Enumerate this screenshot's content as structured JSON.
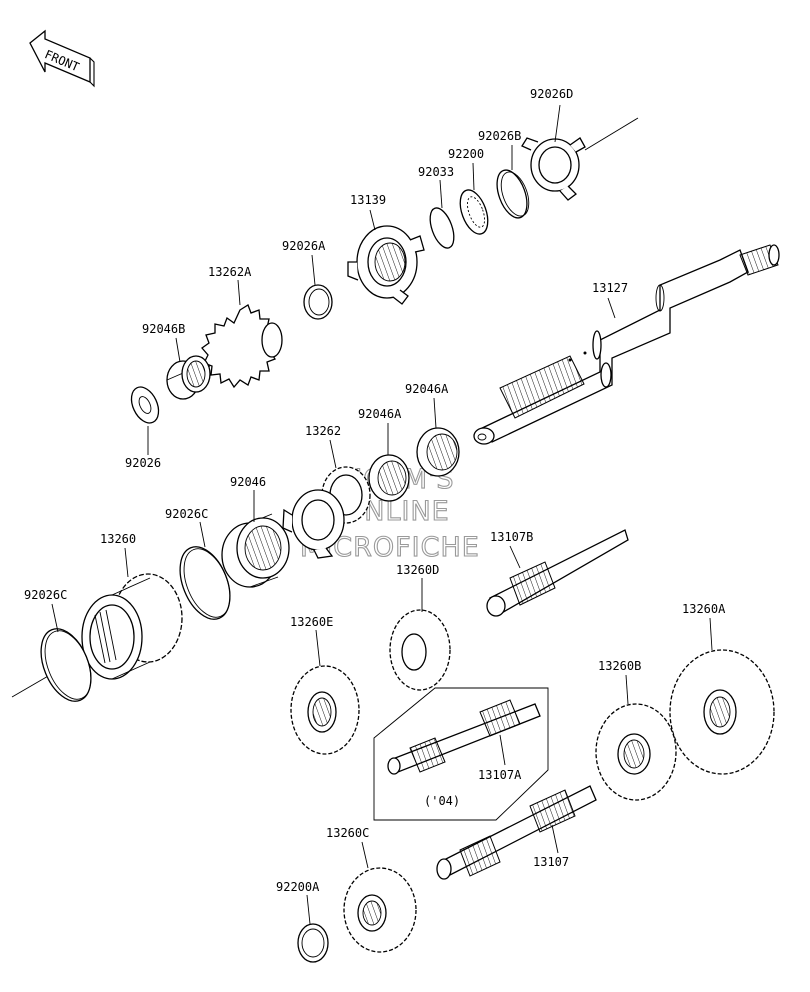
{
  "front_label": "FRONT",
  "watermark": [
    "HOSM'S",
    "ONLINE",
    "MICROFICHE"
  ],
  "labels": {
    "p92026D": "92026D",
    "p92026B": "92026B",
    "p92200": "92200",
    "p92033": "92033",
    "p13139": "13139",
    "p92026A": "92026A",
    "p13262A": "13262A",
    "p13127": "13127",
    "p92046B": "92046B",
    "p92046A_1": "92046A",
    "p92046A_2": "92046A",
    "p92026": "92026",
    "p13262": "13262",
    "p92046": "92046",
    "p92026C_1": "92026C",
    "p13260": "13260",
    "p13107B": "13107B",
    "p13260D": "13260D",
    "p92026C_2": "92026C",
    "p13260A": "13260A",
    "p13260E": "13260E",
    "p13260B": "13260B",
    "p13107A": "13107A",
    "p04": "('04)",
    "p13107": "13107",
    "p13260C": "13260C",
    "p92200A": "92200A"
  }
}
